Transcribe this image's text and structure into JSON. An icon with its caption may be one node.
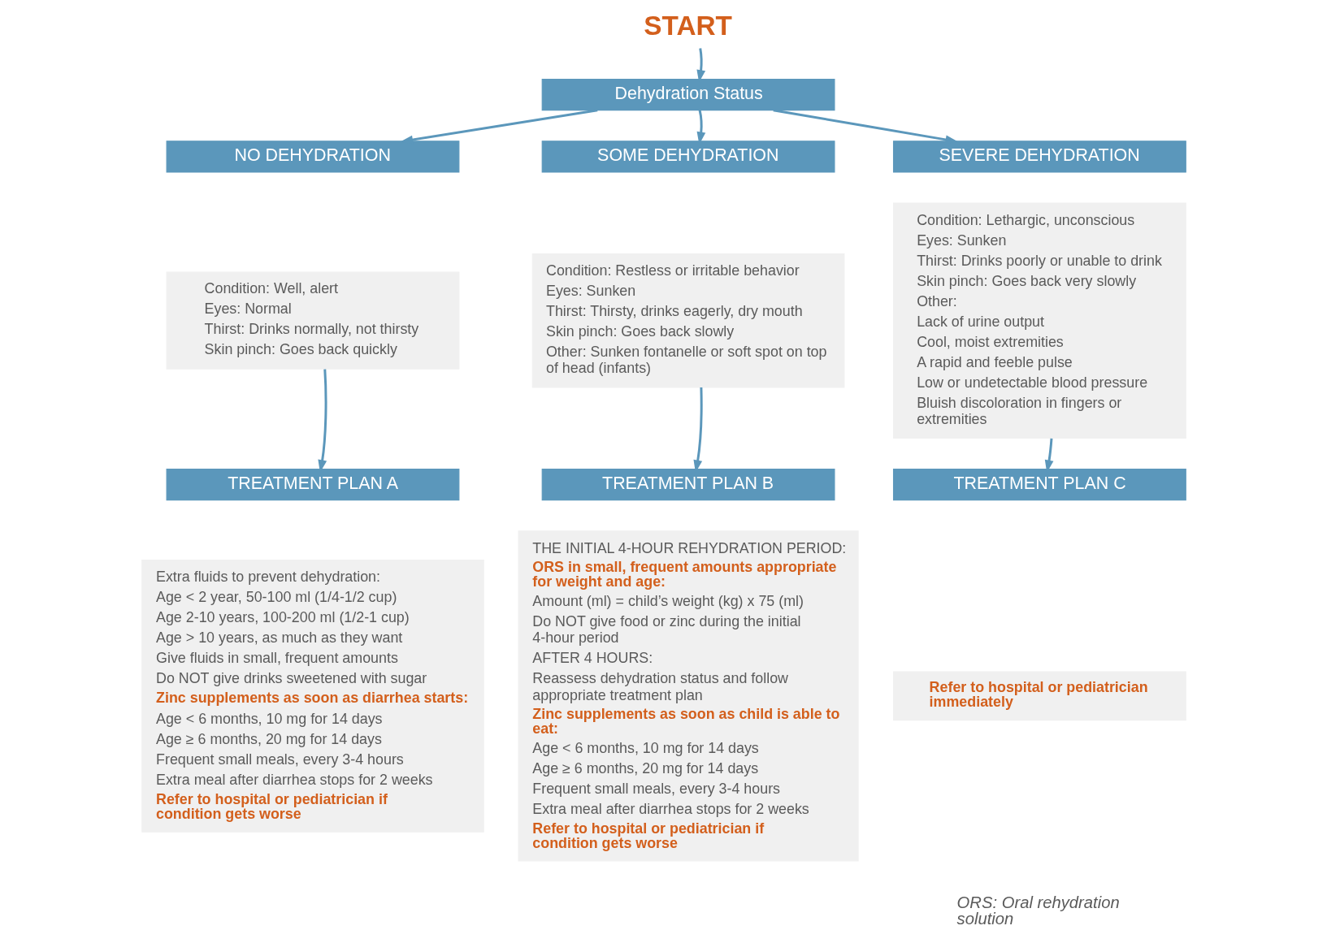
{
  "diagram": {
    "nodes": [
      {
        "text": [
          "START"
        ]
      },
      {
        "text": [
          "Dehydration Status"
        ]
      },
      {
        "text": [
          "NO DEHYDRATION"
        ]
      },
      {
        "text": [
          "SOME DEHYDRATION"
        ]
      },
      {
        "text": [
          "SEVERE DEHYDRATION"
        ]
      },
      {
        "text": [
          "Condition: Well, alert",
          "Eyes: Normal",
          "Thirst: Drinks normally, not thirsty",
          "Skin pinch: Goes back quickly"
        ]
      },
      {
        "text": [
          "Condition: Restless or irritable behavior",
          "Eyes: Sunken",
          "Thirst: Thirsty, drinks eagerly, dry mouth",
          "Skin pinch: Goes back slowly",
          "Other: Sunken fontanelle or soft spot on top of head (infants)"
        ]
      },
      {
        "text": [
          "Condition: Lethargic, unconscious",
          "Eyes: Sunken",
          "Thirst: Drinks poorly or unable to drink",
          "Skin pinch: Goes back very slowly",
          "Other:",
          "Lack of urine output",
          "Cool, moist extremities",
          "A rapid and feeble pulse",
          "Low or undetectable blood pressure",
          "Bluish discoloration in fingers or extremities"
        ]
      },
      {
        "text": [
          "TREATMENT PLAN A"
        ]
      },
      {
        "text": [
          "TREATMENT PLAN B"
        ]
      },
      {
        "text": [
          "TREATMENT PLAN C"
        ]
      },
      {
        "text": [
          "Extra fluids to prevent dehydration:",
          "Age < 2 year, 50-100 ml (1/4-1/2 cup)",
          "Age 2-10 years, 100-200 ml (1/2-1 cup)",
          "Age > 10 years, as much as they want",
          "Give fluids in small, frequent amounts",
          "Do NOT give drinks sweetened with sugar",
          "**Zinc supplements as soon as diarrhea starts:**",
          "Age < 6 months, 10 mg for 14 days",
          "Age ≥ 6 months, 20 mg for 14 days",
          "Frequent small meals, every 3-4 hours",
          "Extra meal after diarrhea stops for 2 weeks",
          "**Refer to hospital or pediatrician if condition gets worse**"
        ]
      },
      {
        "text": [
          "THE INITIAL 4-HOUR REHYDRATION PERIOD:",
          "**ORS in small, frequent amounts appropriate for weight and age:**",
          "Amount (ml) = child’s weight (kg) x 75 (ml)",
          "Do NOT give food or zinc during the initial 4-hour period",
          "AFTER 4 HOURS:",
          "Reassess dehydration status and follow appropriate treatment plan",
          "**Zinc supplements as soon as child is able to eat:**",
          "Age < 6 months, 10 mg for 14 days",
          "Age ≥ 6 months, 20 mg for 14 days",
          "Frequent small meals, every 3-4 hours",
          "Extra meal after diarrhea stops for 2 weeks",
          "**Refer to hospital or pediatrician if condition gets worse**"
        ]
      },
      {
        "text": [
          "**Refer to hospital or pediatrician immediately**"
        ]
      }
    ],
    "edges": [
      {
        "from": 0,
        "to": 1,
        "arrow": "to"
      },
      {
        "from": 1,
        "to": 2,
        "arrow": "to"
      },
      {
        "from": 1,
        "to": 3,
        "arrow": "to"
      },
      {
        "from": 1,
        "to": 4,
        "arrow": "to"
      },
      {
        "from": 5,
        "to": 8,
        "arrow": "to"
      },
      {
        "from": 6,
        "to": 9,
        "arrow": "to"
      },
      {
        "from": 7,
        "to": 10,
        "arrow": "to"
      }
    ],
    "labels": [
      "ORS: Oral rehydration solution"
    ]
  }
}
